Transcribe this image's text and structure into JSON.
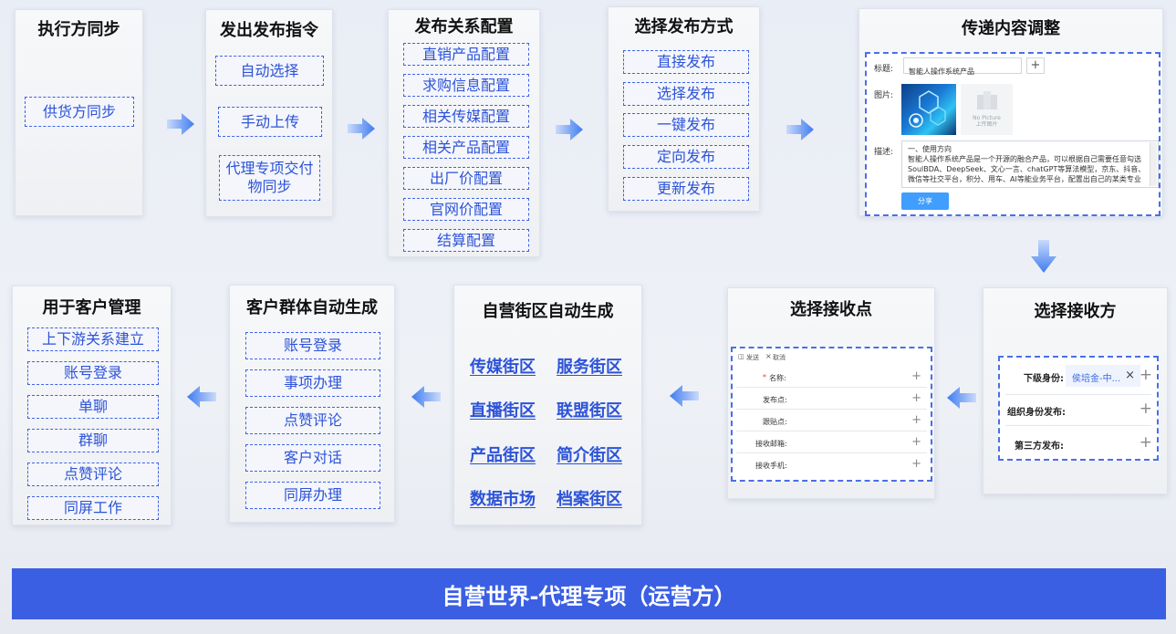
{
  "panels": {
    "exec_sync": {
      "title": "执行方同步",
      "items": [
        "供货方同步"
      ]
    },
    "publish_cmd": {
      "title": "发出发布指令",
      "items": [
        "自动选择",
        "手动上传",
        "代理专项交付物同步"
      ]
    },
    "relation_cfg": {
      "title": "发布关系配置",
      "items": [
        "直销产品配置",
        "求购信息配置",
        "相关传媒配置",
        "相关产品配置",
        "出厂价配置",
        "官网价配置",
        "结算配置"
      ]
    },
    "publish_mode": {
      "title": "选择发布方式",
      "items": [
        "直接发布",
        "选择发布",
        "一键发布",
        "定向发布",
        "更新发布"
      ]
    },
    "content_adjust": {
      "title": "传递内容调整",
      "label_title": "标题:",
      "title_value": "智能人操作系统产品",
      "label_image": "图片:",
      "placeholder_line1": "No Picture",
      "placeholder_line2": "上传图片",
      "label_desc": "描述:",
      "desc_lines": [
        "一、使用方向",
        "智能人操作系统产品是一个开源的融合产品，可以根据自己需要任意勾选",
        "SoulBDA、DeepSeek、文心一言、chatGPT等算法模型，京东、抖音、",
        "微信等社交平台，积分、用车、AI等能业务平台，配置出自己的某类专业"
      ],
      "share_button": "分享"
    },
    "receiver": {
      "title": "选择接收方",
      "rows": [
        {
          "label": "下级身份:",
          "tag": "侯培金-中...",
          "close": "×"
        },
        {
          "label": "组织身份发布:"
        },
        {
          "label": "第三方发布:"
        }
      ]
    },
    "receive_point": {
      "title": "选择接收点",
      "send_label": "发送",
      "cancel_label": "取消",
      "required_mark": "*",
      "fields": [
        "名称:",
        "发布点:",
        "跟贴点:",
        "接收邮箱:",
        "接收手机:"
      ]
    },
    "block_gen": {
      "title": "自营街区自动生成",
      "links": [
        "传媒街区",
        "服务街区",
        "直播街区",
        "联盟街区",
        "产品街区",
        "简介街区",
        "数据市场",
        "档案街区"
      ]
    },
    "group_gen": {
      "title": "客户群体自动生成",
      "items": [
        "账号登录",
        "事项办理",
        "点赞评论",
        "客户对话",
        "同屏办理"
      ]
    },
    "customer_mgmt": {
      "title": "用于客户管理",
      "items": [
        "上下游关系建立",
        "账号登录",
        "单聊",
        "群聊",
        "点赞评论",
        "同屏工作"
      ]
    }
  },
  "plus_glyph": "+",
  "banner": "自营世界-代理专项（运营方）",
  "colors": {
    "accent": "#3b5fe3",
    "link": "#2d53d8",
    "arrow": "#3f7cf0"
  }
}
